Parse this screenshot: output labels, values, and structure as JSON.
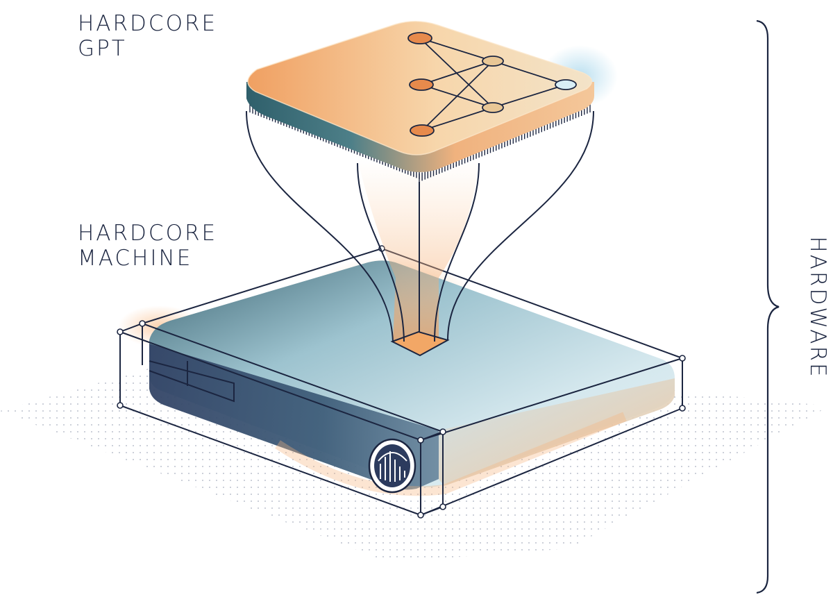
{
  "labels": {
    "gpt": [
      "HARDCORE",
      "GPT"
    ],
    "machine": [
      "HARDCORE",
      "MACHINE"
    ],
    "bracket": "HARDWARE"
  },
  "colors": {
    "ink": "#1b2540",
    "chip_orange": "#f0a56a",
    "chip_light": "#f7dcb4",
    "server_teal": "#9ec5d2",
    "server_dark": "#3b4a6b",
    "glow": "#f6b37c",
    "dots": "#8a93a8"
  },
  "icons": {
    "neural_network": "neural-network-icon",
    "server_logo": "bar-chart-badge-icon"
  }
}
